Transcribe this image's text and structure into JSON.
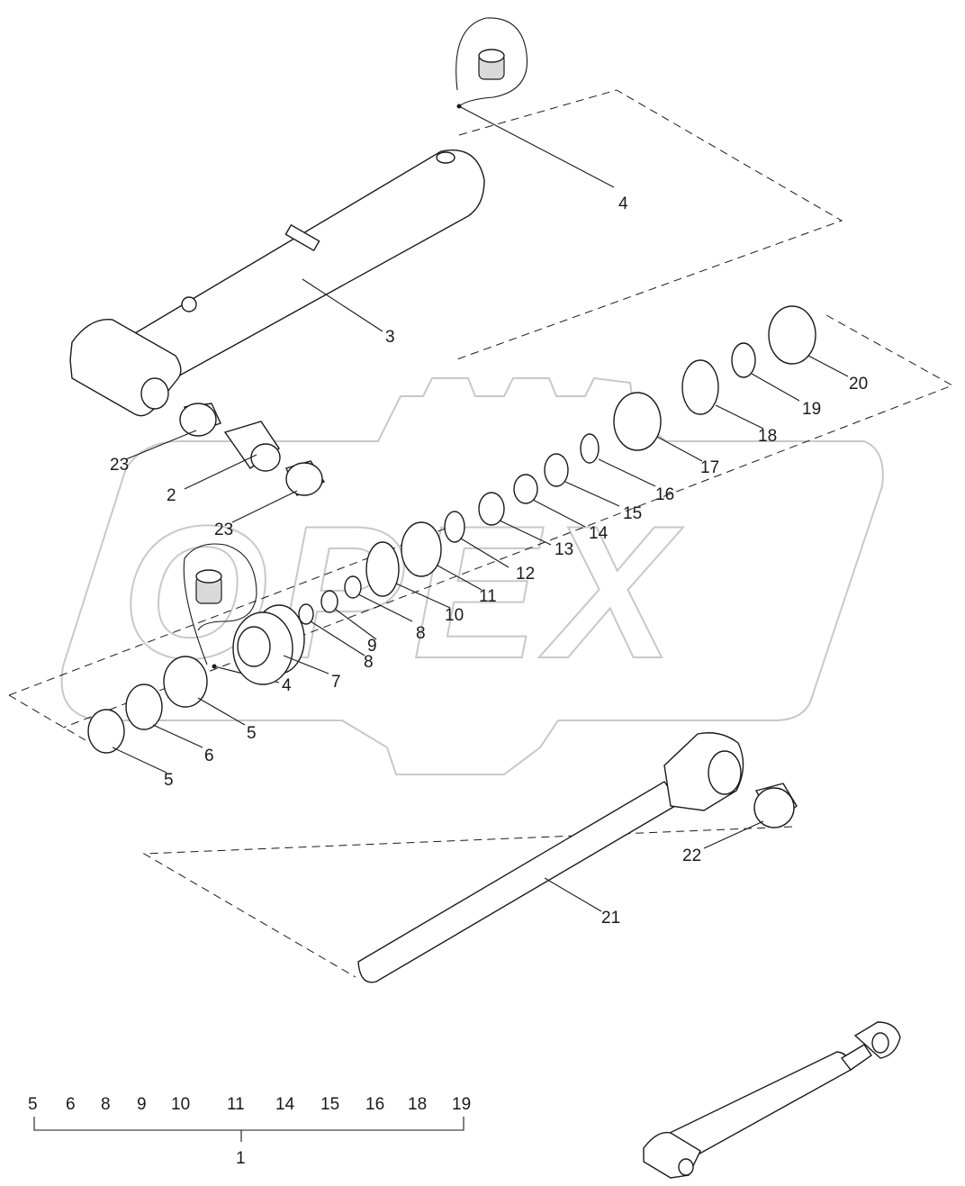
{
  "watermark": {
    "text": "OPEX"
  },
  "callouts": {
    "c1": "1",
    "c2": "2",
    "c3": "3",
    "c4a": "4",
    "c4b": "4",
    "c5a": "5",
    "c5b": "5",
    "c6": "6",
    "c7": "7",
    "c8a": "8",
    "c8b": "8",
    "c9": "9",
    "c10": "10",
    "c11": "11",
    "c12": "12",
    "c13": "13",
    "c14": "14",
    "c15": "15",
    "c16": "16",
    "c17": "17",
    "c18": "18",
    "c19": "19",
    "c20": "20",
    "c21": "21",
    "c22": "22",
    "c23a": "23",
    "c23b": "23"
  },
  "kit": {
    "label": "1",
    "items": [
      "5",
      "6",
      "8",
      "9",
      "10",
      "11",
      "14",
      "15",
      "16",
      "18",
      "19"
    ]
  }
}
